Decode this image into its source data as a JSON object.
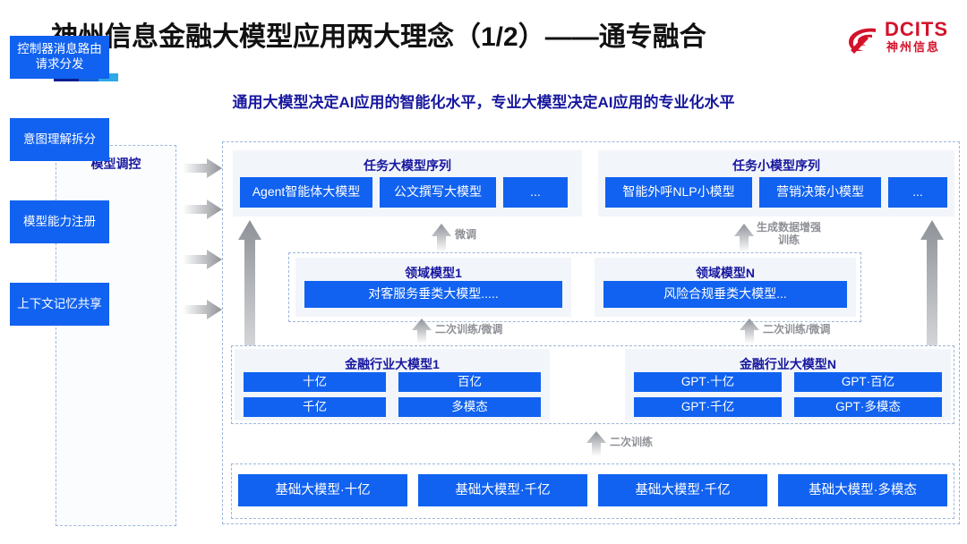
{
  "header": {
    "title": "神州信息金融大模型应用两大理念（1/2）——通专融合",
    "subtitle": "通用大模型决定AI应用的智能化水平，专业大模型决定AI应用的专业化水平",
    "logo": {
      "brand": "DCITS",
      "brand_cn": "神州信息",
      "color": "#d3122a"
    }
  },
  "left_panel": {
    "title": "模型调控",
    "items": [
      {
        "label": "控制器消息路由请求分发"
      },
      {
        "label": "意图理解拆分"
      },
      {
        "label": "模型能力注册"
      },
      {
        "label": "上下文记忆共享"
      }
    ]
  },
  "task_groups": [
    {
      "title": "任务大模型序列",
      "chips": [
        "Agent智能体大模型",
        "公文撰写大模型",
        "..."
      ]
    },
    {
      "title": "任务小模型序列",
      "chips": [
        "智能外呼NLP小模型",
        "营销决策小模型",
        "..."
      ]
    }
  ],
  "domain_models": [
    {
      "title": "领域模型1",
      "chip": "对客服务垂类大模型....."
    },
    {
      "title": "领域模型N",
      "chip": "风险合规垂类大模型..."
    }
  ],
  "industry_models": [
    {
      "title": "金融行业大模型1",
      "chips": [
        "十亿",
        "百亿",
        "千亿",
        "多模态"
      ]
    },
    {
      "title": "金融行业大模型N",
      "chips": [
        "GPT·十亿",
        "GPT·百亿",
        "GPT·千亿",
        "GPT·多模态"
      ]
    }
  ],
  "base_models": {
    "chips": [
      "基础大模型·十亿",
      "基础大模型·千亿",
      "基础大模型·千亿",
      "基础大模型·多模态"
    ]
  },
  "arrow_labels": {
    "finetune": "微调",
    "gen_data_aug": "生成数据增强\n训练",
    "retrain_finetune_left": "二次训练/微调",
    "retrain_finetune_right": "二次训练/微调",
    "retrain": "二次训练"
  },
  "colors": {
    "accent_blue": "#1162f0",
    "title_navy": "#17179e",
    "panel_bg": "#f2f5fa",
    "dash_border": "#9db7dc",
    "arrow_gray": "#9a9da3"
  }
}
